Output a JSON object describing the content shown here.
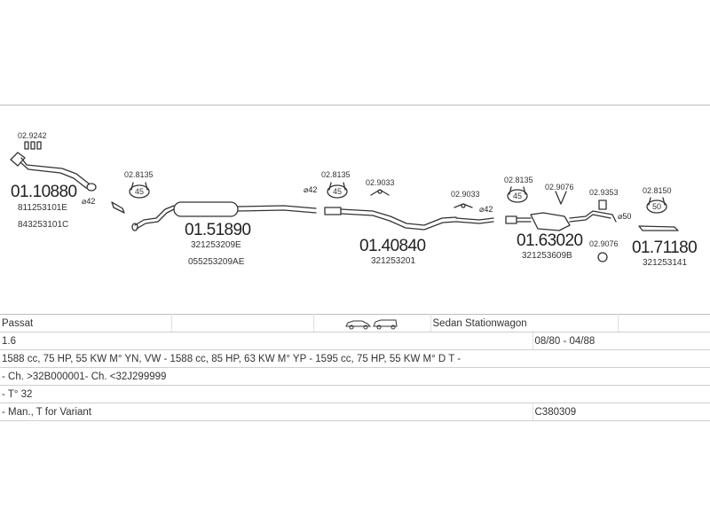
{
  "parts": [
    {
      "id": "p1",
      "number": "01.10880",
      "oem": [
        "811253101E",
        "843253101C"
      ]
    },
    {
      "id": "p2",
      "number": "01.51890",
      "oem": [
        "321253209E",
        "055253209AE"
      ]
    },
    {
      "id": "p3",
      "number": "01.40840",
      "oem": [
        "321253201"
      ]
    },
    {
      "id": "p4",
      "number": "01.63020",
      "oem": [
        "321253609B"
      ]
    },
    {
      "id": "p5",
      "number": "01.71180",
      "oem": [
        "321253141"
      ]
    }
  ],
  "accessories": {
    "a1": "02.9242",
    "a2": "02.8135",
    "a3": "02.8135",
    "a4": "02.9033",
    "a5": "02.9033",
    "a6": "02.8135",
    "a7": "02.9076",
    "a8": "02.9353",
    "a9": "02.8150",
    "a10": "02.9076"
  },
  "badges": {
    "b45a": "45",
    "b45b": "45",
    "b45c": "45",
    "b50": "50"
  },
  "diameters": {
    "d1": "⌀42",
    "d2": "⌀42",
    "d3": "⌀42",
    "d4": "⌀50"
  },
  "info": {
    "model": "Passat",
    "body": "Sedan Stationwagon",
    "engine": "1.6",
    "years": "08/80 - 04/88",
    "specs": "1588 cc, 75 HP, 55 KW M° YN, VW - 1588 cc, 85 HP, 63 KW M° YP - 1595 cc, 75 HP, 55 KW M° D T -",
    "chassis": "- Ch. >32B000001- Ch. <32J299999",
    "type": "- T° 32",
    "transmission": "- Man., T for Variant",
    "code": "C380309"
  }
}
